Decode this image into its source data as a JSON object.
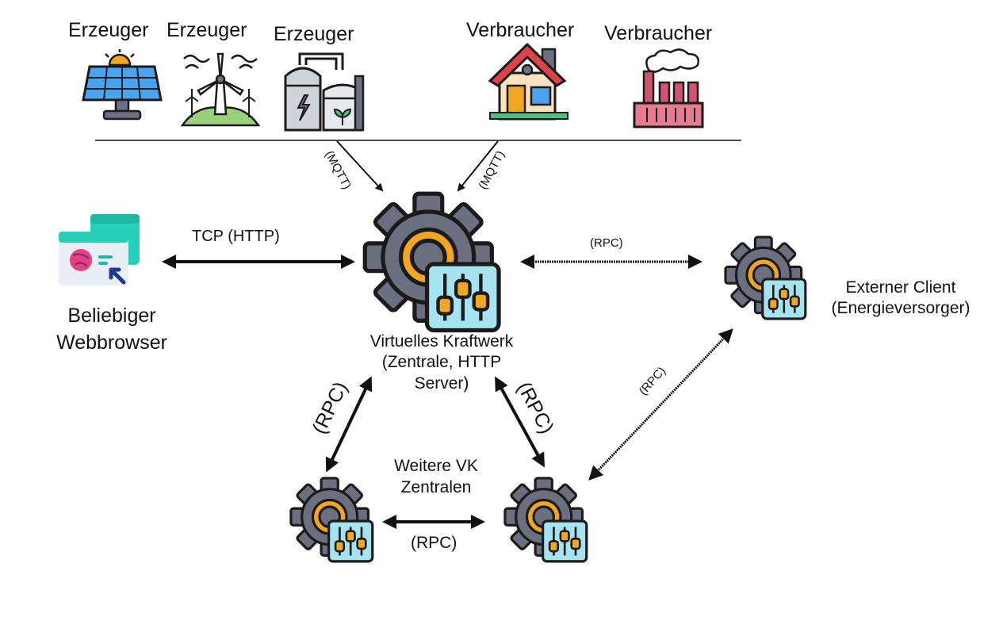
{
  "producers": [
    {
      "label": "Erzeuger",
      "icon": "solar-panel-icon"
    },
    {
      "label": "Erzeuger",
      "icon": "wind-turbine-icon"
    },
    {
      "label": "Erzeuger",
      "icon": "power-plant-icon"
    }
  ],
  "consumers": [
    {
      "label": "Verbraucher",
      "icon": "house-icon"
    },
    {
      "label": "Verbraucher",
      "icon": "factory-icon"
    }
  ],
  "central": {
    "line1": "Virtuelles Kraftwerk",
    "line2": "(Zentrale, HTTP",
    "line3": "Server)",
    "icon": "gear-control-icon"
  },
  "browser": {
    "line1": "Beliebiger",
    "line2": "Webbrowser",
    "icon": "browser-window-icon"
  },
  "external": {
    "line1": "Externer Client",
    "line2": "(Energieversorger)",
    "icon": "gear-control-icon"
  },
  "further": {
    "line1": "Weitere VK",
    "line2": "Zentralen"
  },
  "edges": {
    "mqtt_left": "(MQTT)",
    "mqtt_right": "(MQTT)",
    "browser_link": "TCP (HTTP)",
    "external_link": "(RPC)",
    "left_diag": "(RPC)",
    "right_diag": "(RPC)",
    "ext_diag": "(RPC)",
    "bottom_link": "(RPC)"
  },
  "colors": {
    "gear": "#6b6f80",
    "gear_ring": "#f3a61f",
    "panel": "#a6e3f0",
    "outline": "#1b1b1b",
    "browser_teal": "#27d1b9",
    "browser_pink": "#e8407f"
  }
}
